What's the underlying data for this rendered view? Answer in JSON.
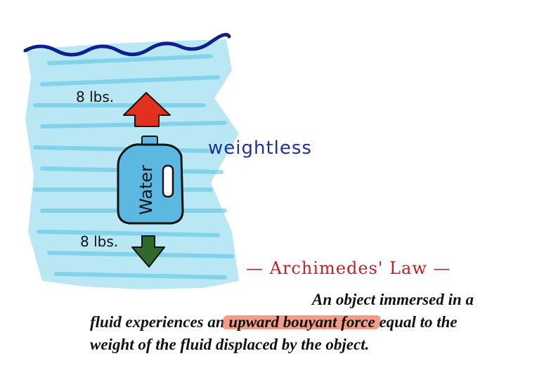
{
  "diagram": {
    "force_top_label": "8 lbs.",
    "force_bottom_label": "8 lbs.",
    "jug_label": "Water",
    "state_label": "weightless",
    "law_title": "— Archimedes' Law —",
    "law_text": {
      "line1": "An object immersed in a",
      "line2_before": "fluid experiences an ",
      "line2_highlight": "upward bouyant force",
      "line2_after": " equal to the",
      "line3": "weight of the fluid displaced by the object."
    }
  },
  "colors": {
    "water": "#7fd3ea",
    "wave": "#0e1f8f",
    "up_arrow": "#e0301e",
    "down_arrow": "#2e6b2a",
    "jug": "#5bb8e0",
    "weightless": "#1f2f9e",
    "law_title": "#c0202a",
    "highlight": "#ef7b5f"
  }
}
